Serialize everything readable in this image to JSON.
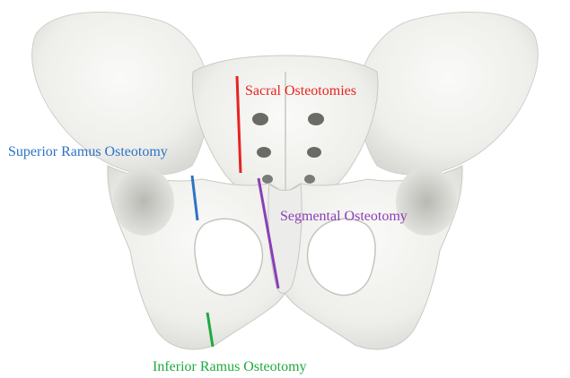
{
  "annotations": {
    "sacral": {
      "label": "Sacral Osteotomies",
      "color": "#e8231f"
    },
    "superior_ramus": {
      "label": "Superior Ramus Osteotomy",
      "color": "#2d73c4"
    },
    "segmental": {
      "label": "Segmental Osteotomy",
      "color": "#8a3fb5"
    },
    "inferior_ramus": {
      "label": "Inferior Ramus Osteotomy",
      "color": "#1faa3f"
    }
  },
  "colors": {
    "background": "#ffffff",
    "bone": "#f3f3f1",
    "bone_shadow": "#d8d8d4",
    "foramen": "#5a5a58"
  }
}
